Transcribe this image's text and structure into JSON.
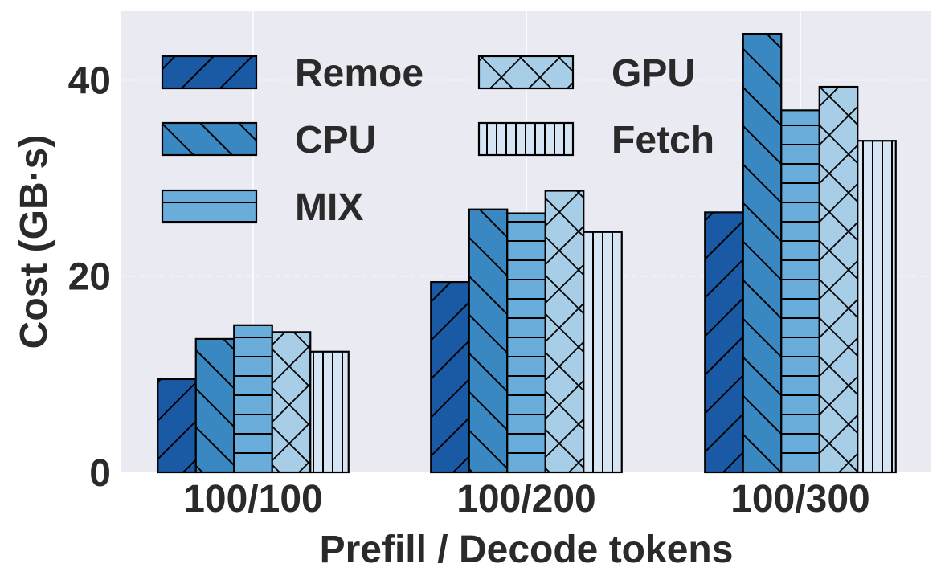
{
  "chart_data": {
    "type": "bar",
    "categories": [
      "100/100",
      "100/200",
      "100/300"
    ],
    "series": [
      {
        "name": "Remoe",
        "values": [
          9.5,
          19.4,
          26.5
        ],
        "color": "#1a5aa5",
        "hatch": "forward-diagonal"
      },
      {
        "name": "CPU",
        "values": [
          13.6,
          26.8,
          44.7
        ],
        "color": "#3a88c2",
        "hatch": "back-diagonal"
      },
      {
        "name": "MIX",
        "values": [
          15.0,
          26.4,
          36.9
        ],
        "color": "#6aadda",
        "hatch": "horizontal"
      },
      {
        "name": "GPU",
        "values": [
          14.3,
          28.7,
          39.3
        ],
        "color": "#a8cde6",
        "hatch": "crosshatch"
      },
      {
        "name": "Fetch",
        "values": [
          12.3,
          24.5,
          33.8
        ],
        "color": "#d6e5f3",
        "hatch": "vertical"
      }
    ],
    "xlabel": "Prefill / Decode tokens",
    "ylabel": "Cost (GB·s)",
    "yticks": [
      0,
      20,
      40
    ],
    "ylim": [
      0,
      47
    ],
    "grid": true,
    "legend": {
      "position": "top-left",
      "columns": 2
    }
  }
}
